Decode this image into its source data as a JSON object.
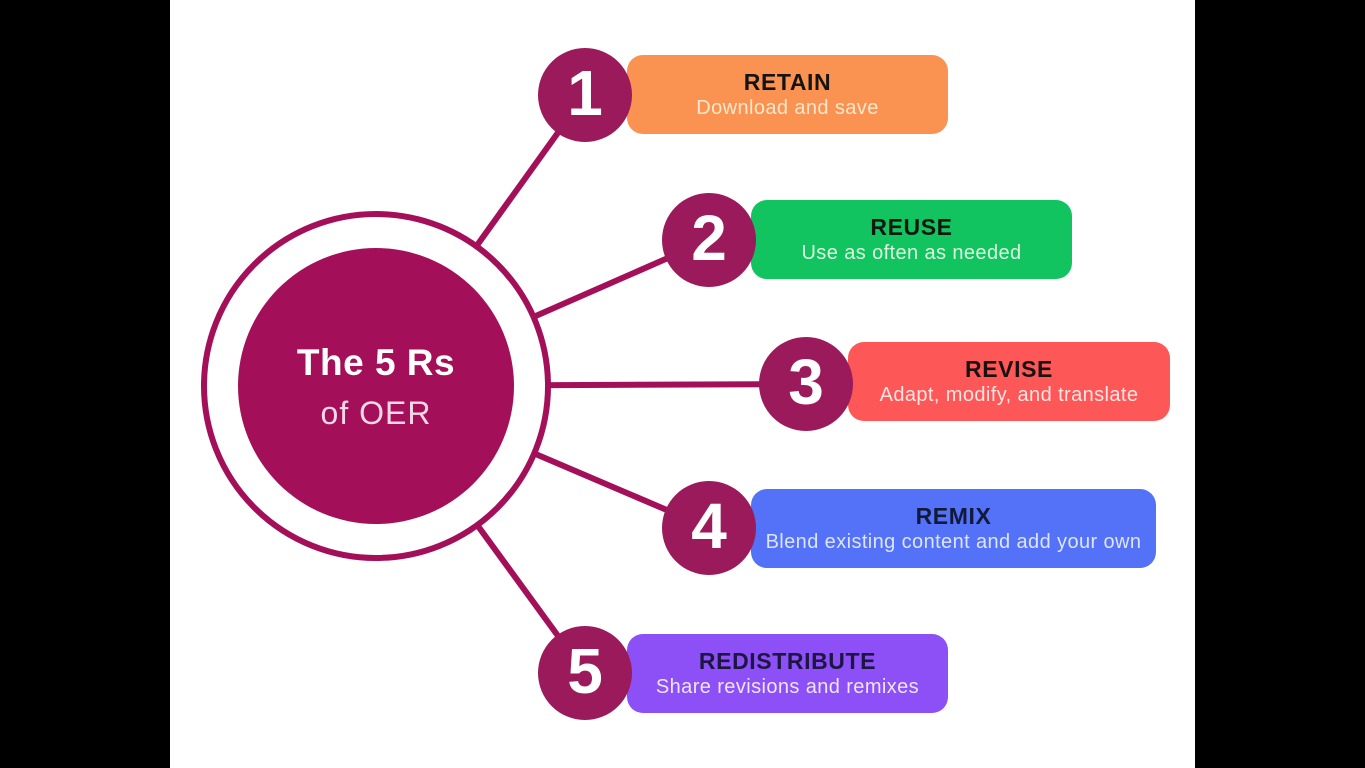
{
  "figure": {
    "hub": {
      "title": "The 5 Rs",
      "subtitle": "of OER"
    },
    "palette": {
      "hub_fill": "#A31059",
      "ring_stroke": "#A31059",
      "ring_gap": "#ffffff",
      "connector": "#A31059",
      "node_fill": "#9A1A5C",
      "canvas": "#ffffff",
      "letterbox": "#000000"
    },
    "items": [
      {
        "number": "1",
        "title": "RETAIN",
        "subtitle": "Download and save",
        "color": "#FA9351",
        "title_color": "#161412",
        "subtitle_color": "#FBE7CC"
      },
      {
        "number": "2",
        "title": "REUSE",
        "subtitle": "Use as often as needed",
        "color": "#12C45F",
        "title_color": "#12180F",
        "subtitle_color": "#DCF6E0"
      },
      {
        "number": "3",
        "title": "REVISE",
        "subtitle": "Adapt, modify, and translate",
        "color": "#FE5757",
        "title_color": "#1A1210",
        "subtitle_color": "#FFE5E3"
      },
      {
        "number": "4",
        "title": "REMIX",
        "subtitle": "Blend existing content and add your own",
        "color": "#5372F8",
        "title_color": "#111A38",
        "subtitle_color": "#DCE4FD"
      },
      {
        "number": "5",
        "title": "REDISTRIBUTE",
        "subtitle": "Share revisions and remixes",
        "color": "#8C50F6",
        "title_color": "#1D1643",
        "subtitle_color": "#EFE4FD"
      }
    ]
  }
}
